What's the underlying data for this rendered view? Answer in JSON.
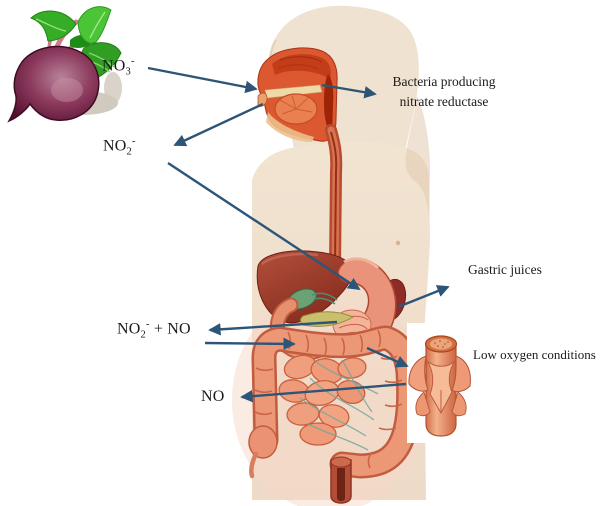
{
  "title": "Dietary nitrate-nitrite-nitric oxide pathway diagram",
  "labels": {
    "no3": {
      "base": "NO",
      "sub": "3",
      "sup": "-"
    },
    "no2": {
      "base": "NO",
      "sub": "2",
      "sup": "-"
    },
    "no2_plus_no": {
      "base": "NO",
      "sub": "2",
      "sup": "-",
      "suffix": " + NO"
    },
    "no": {
      "base": "NO"
    },
    "bacteria": {
      "line1": "Bacteria producing",
      "line2": "nitrate reductase"
    },
    "gastric_juices": "Gastric juices",
    "low_oxygen": "Low oxygen conditions"
  },
  "icons": {
    "beetroot": "beetroot-with-leaves",
    "body": "human-digestive-system",
    "vessel": "blood-vessel-cutaway"
  },
  "colors": {
    "background": "#ffffff",
    "arrow": "#2d5577",
    "text": "#1b1b1b",
    "body_skin": "#f0e2d0",
    "organ_orange": "#dc5830",
    "liver_red": "#9c3929",
    "intestine_salmon": "#ec9876",
    "stomach_pink": "#e8937a",
    "gallbladder_green": "#6ba273",
    "beet_purple": "#6e1d43",
    "leaf_green": "#35ad27",
    "vessel_salmon": "#ef9e7a"
  }
}
